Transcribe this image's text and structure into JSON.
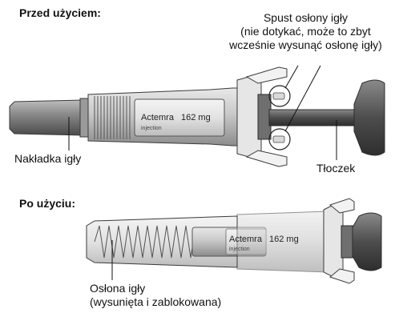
{
  "before": {
    "heading": "Przed użyciem:",
    "trigger_label_line1": "Spust osłony igły",
    "trigger_label_line2": "(nie dotykać, może to zbyt",
    "trigger_label_line3": "wcześnie wysunąć osłonę igły)",
    "cap_label": "Nakładka igły",
    "plunger_label": "Tłoczek",
    "syringe_brand": "Actemra",
    "syringe_dose": "162 mg",
    "syringe_sub": "injection"
  },
  "after": {
    "heading": "Po użyciu:",
    "guard_label_line1": "Osłona igły",
    "guard_label_line2": "(wysunięta i zablokowana)",
    "syringe_brand": "Actemra",
    "syringe_dose": "162 mg",
    "syringe_sub": "injection"
  },
  "colors": {
    "ink": "#111111",
    "outline": "#3a3a3a",
    "body_fill": "#d6d6d6",
    "dark_fill": "#5a5a5a"
  }
}
